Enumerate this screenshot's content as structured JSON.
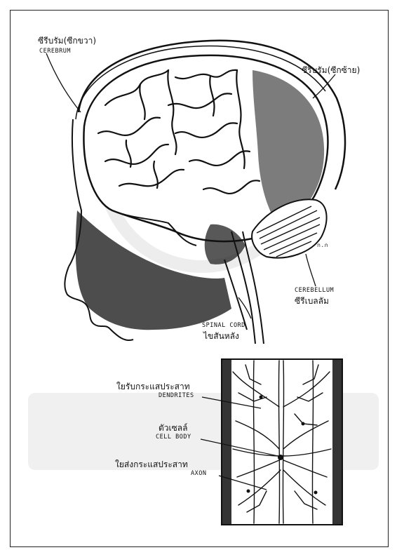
{
  "labels": {
    "cerebrum_right_th": "ซีรีบรัม(ซีกขวา)",
    "cerebrum_en": "CEREBRUM",
    "cerebrum_left_th": "ซีรีบรัม(ซีกซ้าย)",
    "pons_abbrev": "ก.ก",
    "cerebellum_en": "CEREBELLUM",
    "cerebellum_th": "ซีรีเบลลัม",
    "spinal_cord_en": "SPINAL CORD",
    "spinal_cord_th": "ไขสันหลัง",
    "dendrites_th": "ใยรับกระแสประสาท",
    "dendrites_en": "DENDRITES",
    "cell_body_th": "ตัวเซลล์",
    "cell_body_en": "CELL BODY",
    "axon_th": "ใยส่งกระแสประสาท",
    "axon_en": "AXON"
  }
}
